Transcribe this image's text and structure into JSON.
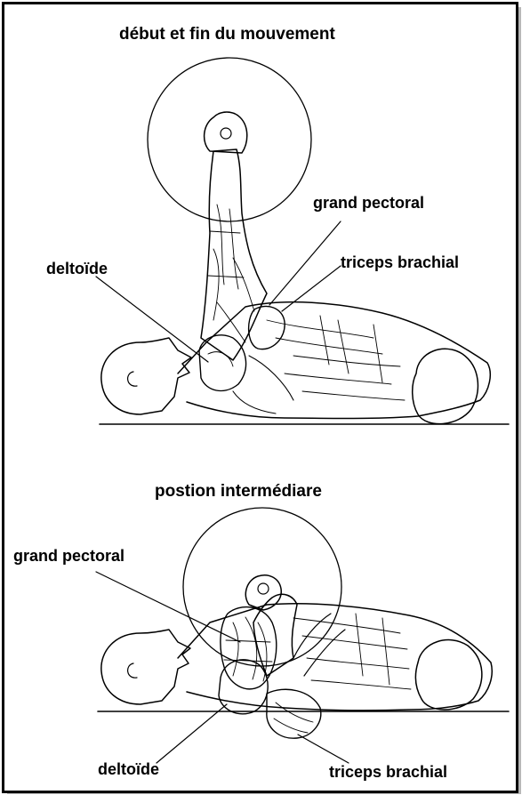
{
  "top_panel": {
    "title": "début et fin du mouvement",
    "labels": {
      "grand_pectoral": "grand pectoral",
      "triceps_brachial": "triceps brachial",
      "deltoide": "deltoïde"
    }
  },
  "bottom_panel": {
    "title": "postion intermédiare",
    "labels": {
      "grand_pectoral": "grand pectoral",
      "deltoide": "deltoïde",
      "triceps_brachial": "triceps brachial"
    }
  },
  "colors": {
    "ink": "#000000",
    "background": "#ffffff",
    "frame_shadow": "#b8b8b8"
  }
}
